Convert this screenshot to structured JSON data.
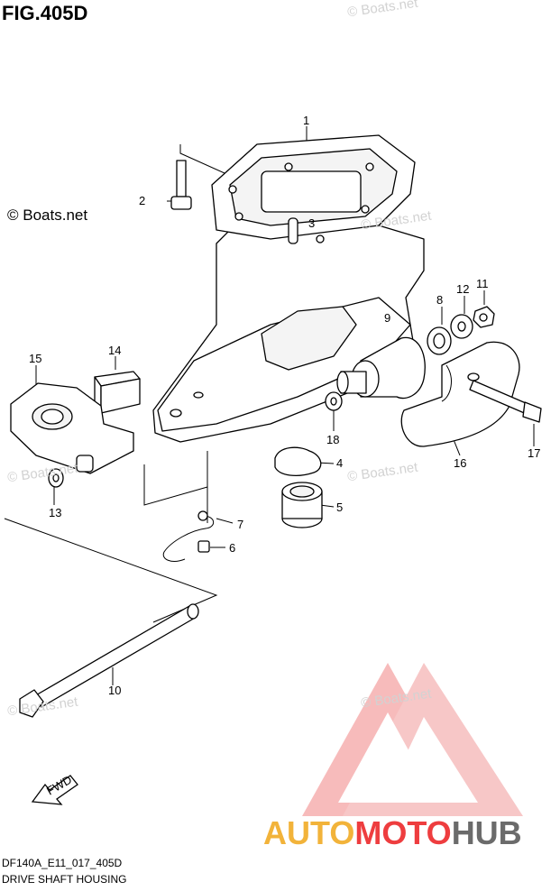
{
  "figure": {
    "title": "FIG.405D",
    "copyright": "© Boats.net",
    "watermark": "© Boats.net",
    "code": "DF140A_E11_017_405D",
    "caption": "DRIVE SHAFT HOUSING",
    "fwd_label": "FWD"
  },
  "callouts": [
    {
      "id": "1",
      "label": "1"
    },
    {
      "id": "2",
      "label": "2"
    },
    {
      "id": "3",
      "label": "3"
    },
    {
      "id": "4",
      "label": "4"
    },
    {
      "id": "5",
      "label": "5"
    },
    {
      "id": "6",
      "label": "6"
    },
    {
      "id": "7",
      "label": "7"
    },
    {
      "id": "8",
      "label": "8"
    },
    {
      "id": "9",
      "label": "9"
    },
    {
      "id": "10",
      "label": "10"
    },
    {
      "id": "11",
      "label": "11"
    },
    {
      "id": "12",
      "label": "12"
    },
    {
      "id": "13",
      "label": "13"
    },
    {
      "id": "14",
      "label": "14"
    },
    {
      "id": "15",
      "label": "15"
    },
    {
      "id": "16",
      "label": "16"
    },
    {
      "id": "17",
      "label": "17"
    },
    {
      "id": "18",
      "label": "18"
    }
  ],
  "brand": {
    "part1": "AUTO",
    "part2": "MOTO",
    "part3": "HUB",
    "colors": {
      "auto": "#f2b33a",
      "moto": "#ee3d3f",
      "hub": "#6b6b6b",
      "logo": "#ee3d3f"
    }
  }
}
